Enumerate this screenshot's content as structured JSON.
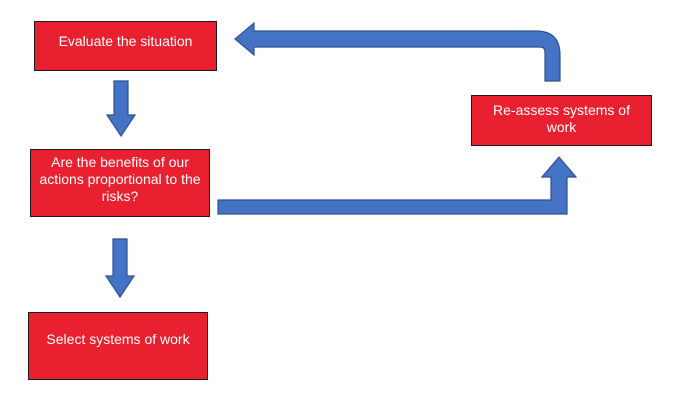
{
  "colors": {
    "box_fill": "#e8202f",
    "arrow_fill": "#4472c4",
    "arrow_stroke": "#2f528f",
    "text": "#ffffff"
  },
  "nodes": {
    "evaluate": {
      "label": "Evaluate the situation"
    },
    "benefits": {
      "label": "Are the benefits of our actions proportional to the risks?"
    },
    "select": {
      "label": "Select systems of work"
    },
    "reassess": {
      "label": "Re-assess systems of work"
    }
  },
  "edges": [
    {
      "from": "evaluate",
      "to": "benefits"
    },
    {
      "from": "benefits",
      "to": "select"
    },
    {
      "from": "benefits",
      "to": "reassess"
    },
    {
      "from": "reassess",
      "to": "evaluate"
    }
  ]
}
